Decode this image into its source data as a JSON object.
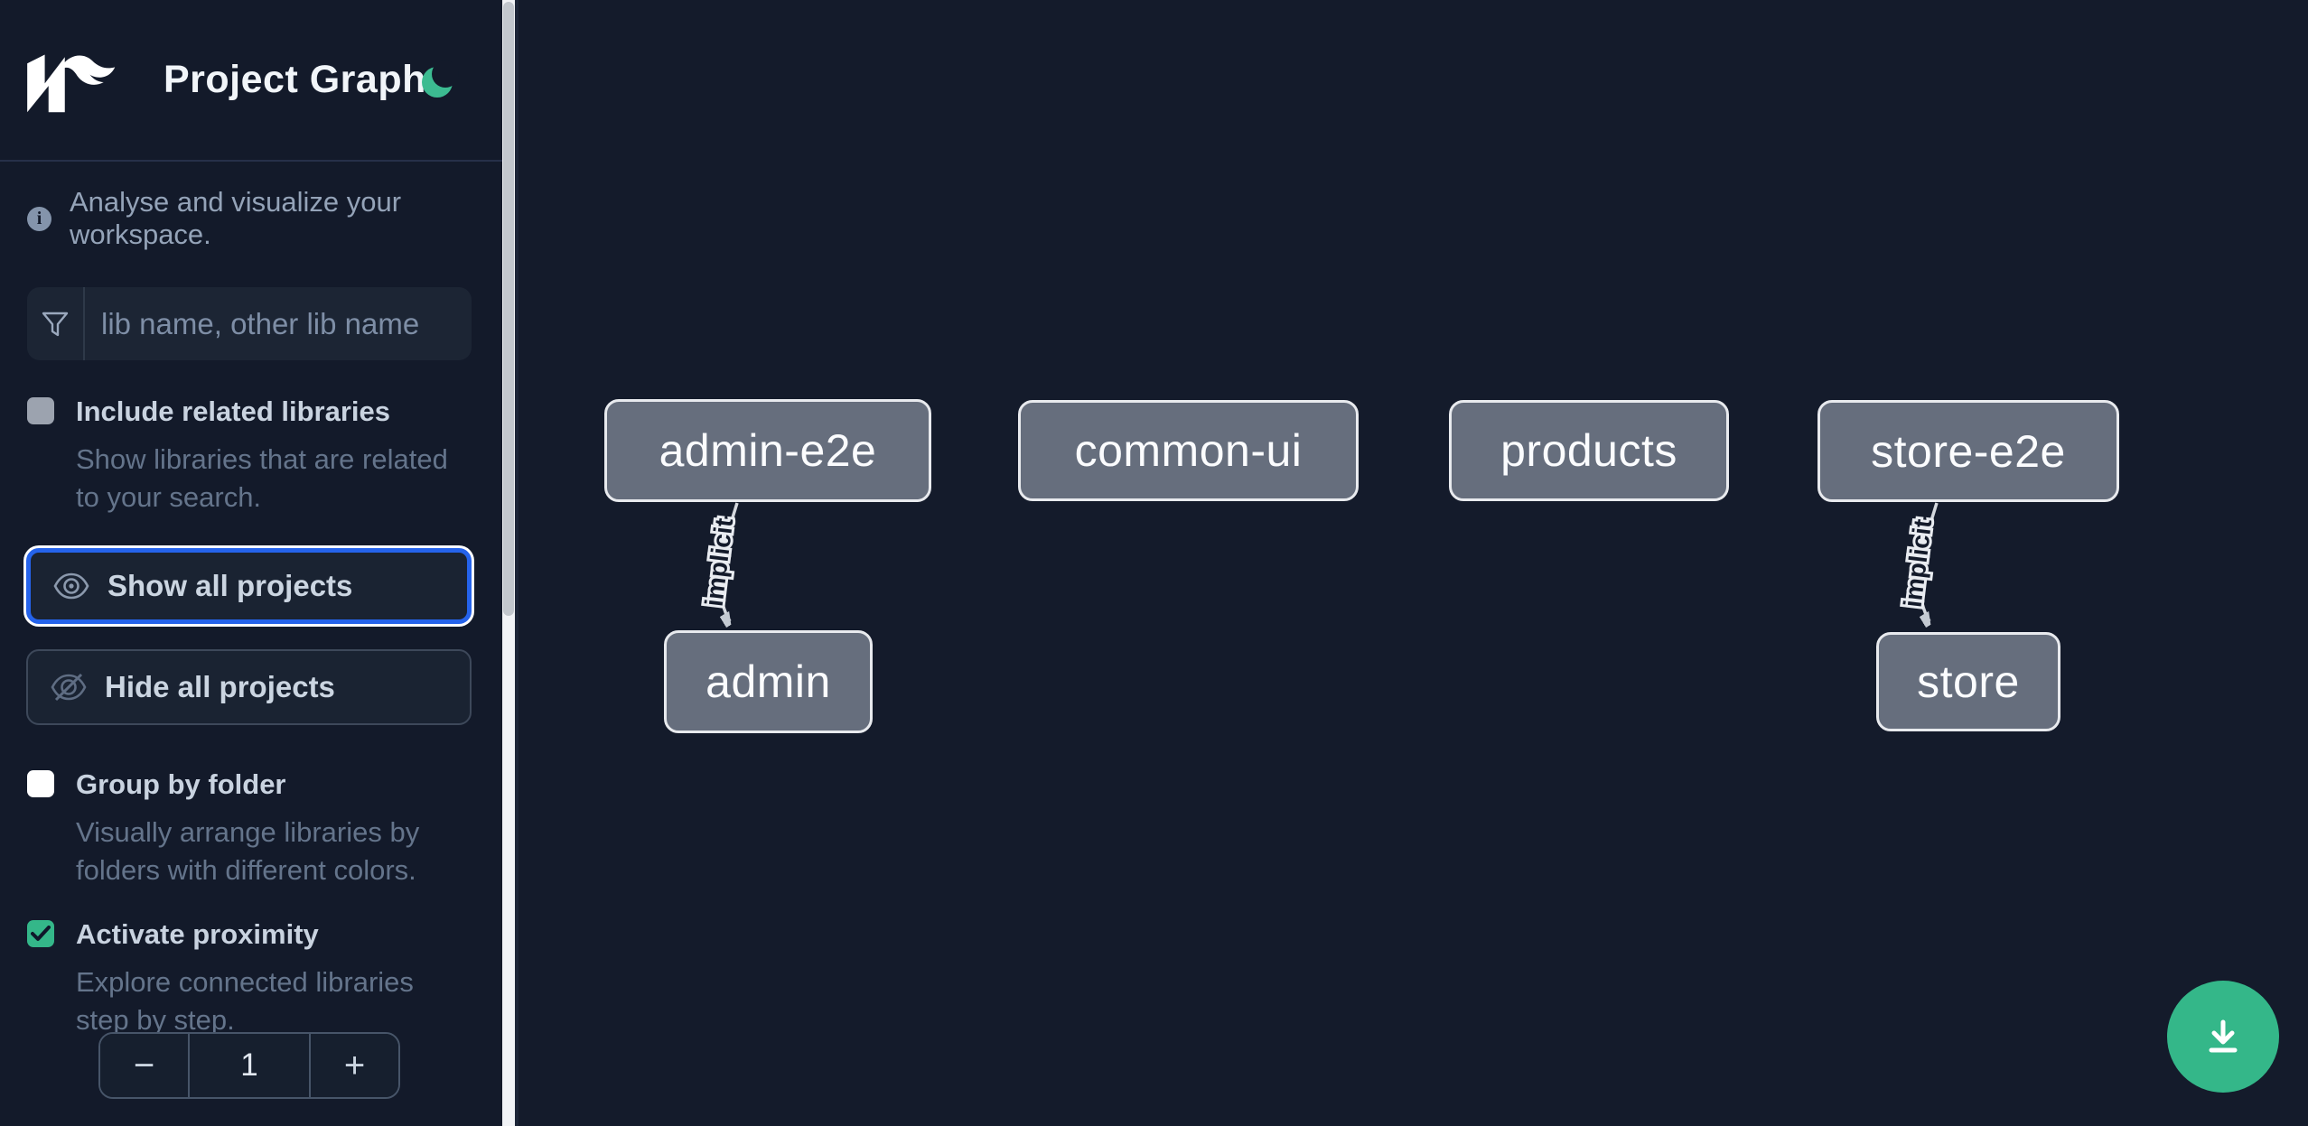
{
  "header": {
    "title": "Project Graph"
  },
  "sidebar": {
    "info_text": "Analyse and visualize your workspace.",
    "search": {
      "placeholder": "lib name, other lib name"
    },
    "related": {
      "label": "Include related libraries",
      "description": "Show libraries that are related to your search.",
      "checked": false
    },
    "show_all_label": "Show all projects",
    "hide_all_label": "Hide all projects",
    "group_folder": {
      "label": "Group by folder",
      "description": "Visually arrange libraries by folders with different colors.",
      "checked": false
    },
    "proximity": {
      "label": "Activate proximity",
      "description": "Explore connected libraries step by step.",
      "checked": true
    },
    "stepper": {
      "decrement": "−",
      "value": "1",
      "increment": "+"
    }
  },
  "graph": {
    "nodes": [
      {
        "label": "admin-e2e"
      },
      {
        "label": "common-ui"
      },
      {
        "label": "products"
      },
      {
        "label": "store-e2e"
      },
      {
        "label": "admin"
      },
      {
        "label": "store"
      }
    ],
    "edges": [
      {
        "source": "admin-e2e",
        "target": "admin",
        "label": "implicit"
      },
      {
        "source": "store-e2e",
        "target": "store",
        "label": "implicit"
      }
    ]
  },
  "colors": {
    "accent_green": "#34b789",
    "focus_blue": "#2563eb",
    "node_fill": "#666e7d",
    "background": "#131a2a"
  }
}
